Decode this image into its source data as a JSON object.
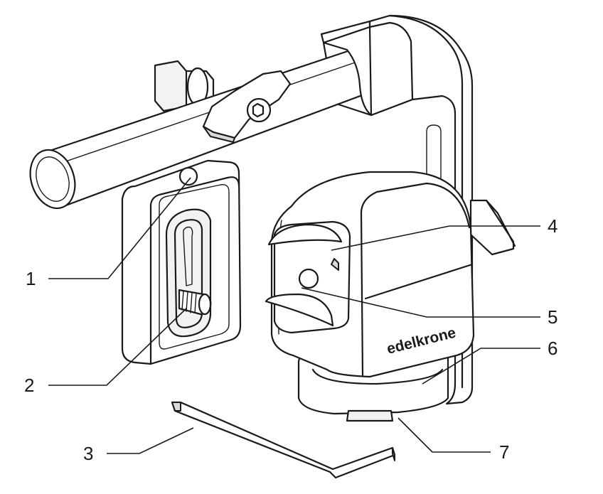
{
  "brand": "edelkrone",
  "callouts": [
    {
      "id": "1",
      "label": "1"
    },
    {
      "id": "2",
      "label": "2"
    },
    {
      "id": "3",
      "label": "3"
    },
    {
      "id": "4",
      "label": "4"
    },
    {
      "id": "5",
      "label": "5"
    },
    {
      "id": "6",
      "label": "6"
    },
    {
      "id": "7",
      "label": "7"
    }
  ]
}
